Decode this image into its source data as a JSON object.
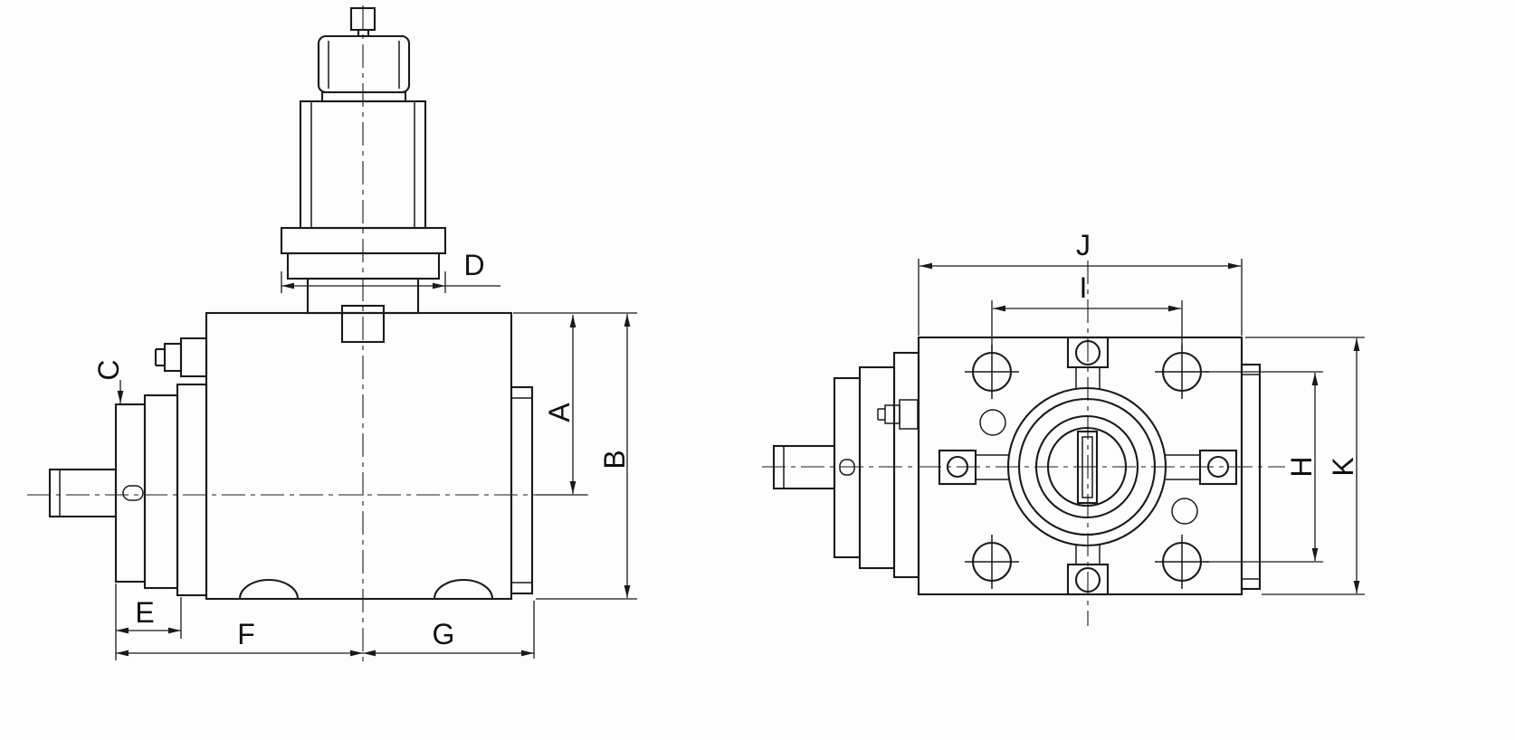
{
  "drawing": {
    "type": "technical-drawing",
    "stroke_color": "#1a1a1a",
    "background_color": "#fdfdfd",
    "labels": {
      "A": "A",
      "B": "B",
      "C": "C",
      "D": "D",
      "E": "E",
      "F": "F",
      "G": "G",
      "H": "H",
      "I": "I",
      "J": "J",
      "K": "K"
    }
  }
}
